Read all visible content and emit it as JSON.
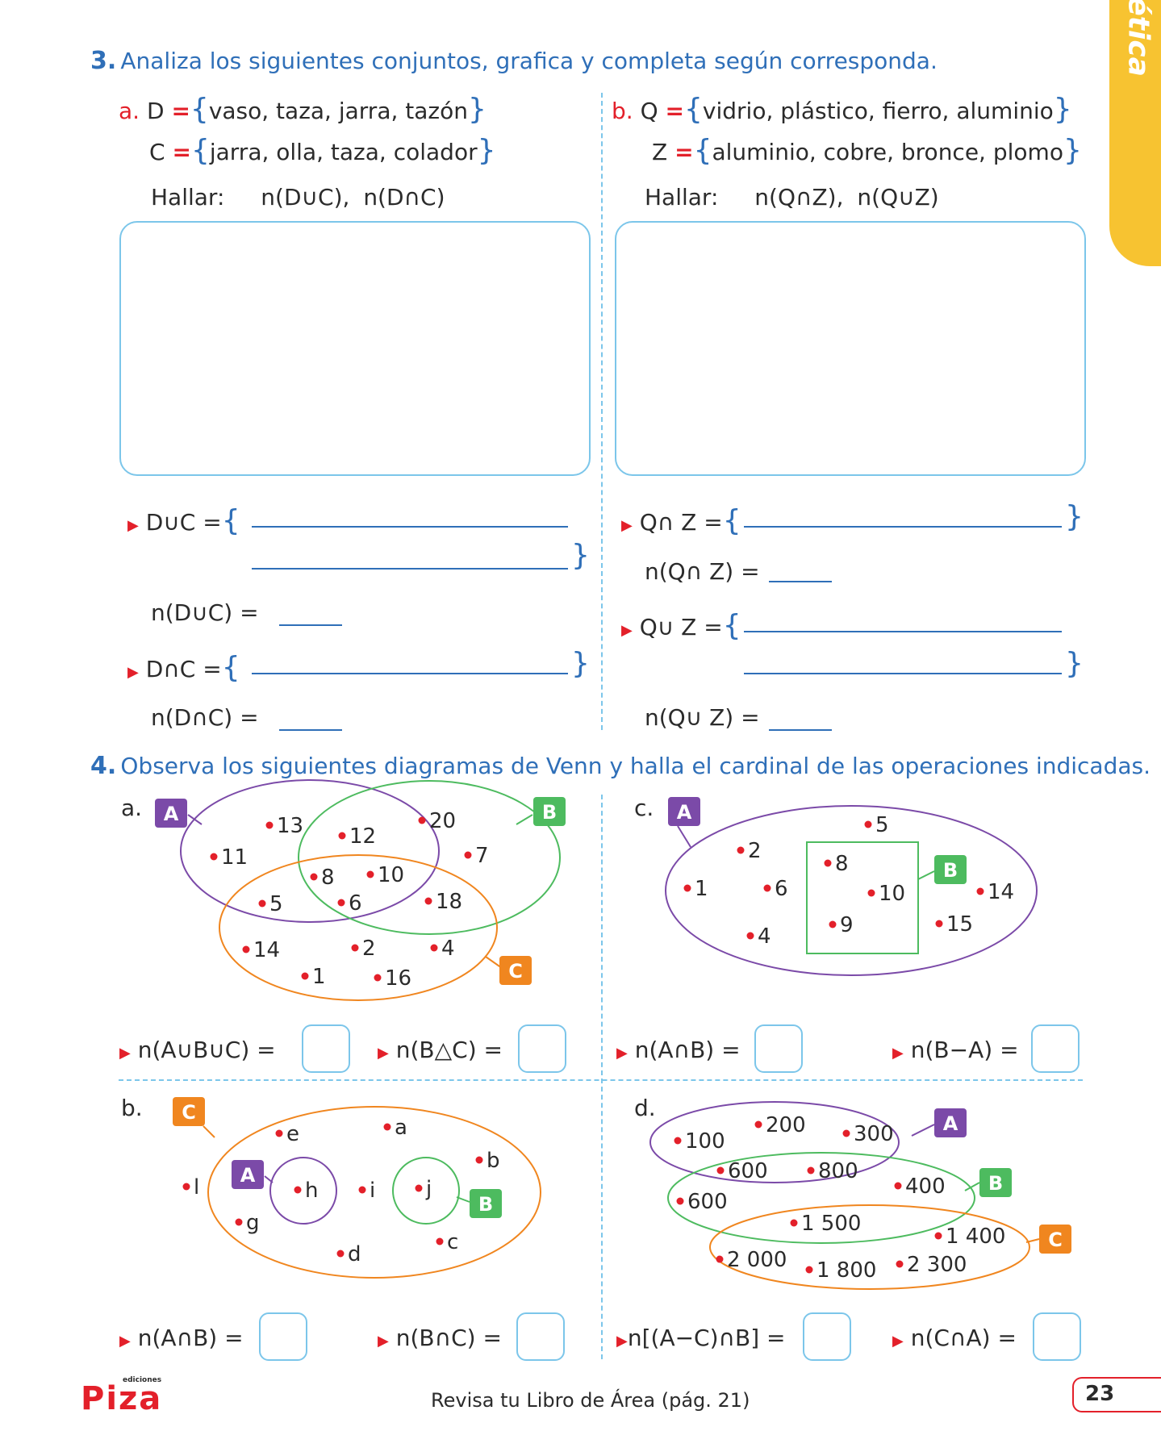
{
  "side_tab": {
    "label": "Aritmética"
  },
  "q3": {
    "number": "3.",
    "title": "Analiza los siguientes conjuntos, grafica y completa según corresponda.",
    "a": {
      "letter": "a.",
      "set1_name": "D",
      "set1_elems": "vaso, taza, jarra, tazón",
      "set2_name": "C",
      "set2_elems": "jarra, olla, taza, colador",
      "find": "Hallar:",
      "expr1": "n(D∪C),",
      "expr2": "n(D∩C)",
      "row1": "D∪C =",
      "row2": "n(D∪C) =",
      "row3": "D∩C =",
      "row4": "n(D∩C) ="
    },
    "b": {
      "letter": "b.",
      "set1_name": "Q",
      "set1_elems": "vidrio, plástico, fierro, aluminio",
      "set2_name": "Z",
      "set2_elems": "aluminio, cobre, bronce, plomo",
      "find": "Hallar:",
      "expr1": "n(Q∩Z),",
      "expr2": "n(Q∪Z)",
      "row1": "Q∩ Z =",
      "row2": "n(Q∩ Z) =",
      "row3": "Q∪ Z =",
      "row4": "n(Q∪ Z) ="
    }
  },
  "q4": {
    "number": "4.",
    "title": "Observa los siguientes diagramas de Venn y halla el cardinal de las operaciones indicadas.",
    "a": {
      "letter": "a.",
      "labels": [
        "A",
        "B",
        "C"
      ],
      "points": [
        "13",
        "12",
        "20",
        "11",
        "7",
        "8",
        "10",
        "5",
        "6",
        "18",
        "14",
        "2",
        "4",
        "1",
        "16"
      ],
      "ops": [
        "n(A∪B∪C) =",
        "n(B△C) ="
      ]
    },
    "b": {
      "letter": "b.",
      "labels": [
        "C",
        "A",
        "B"
      ],
      "points": [
        "e",
        "a",
        "b",
        "l",
        "h",
        "i",
        "j",
        "g",
        "d",
        "c"
      ],
      "ops": [
        "n(A∩B) =",
        "n(B∩C) ="
      ]
    },
    "c": {
      "letter": "c.",
      "labels": [
        "A",
        "B"
      ],
      "points": [
        "5",
        "2",
        "8",
        "1",
        "6",
        "10",
        "14",
        "9",
        "15",
        "4"
      ],
      "ops": [
        "n(A∩B) =",
        "n(B−A) ="
      ]
    },
    "d": {
      "letter": "d.",
      "labels": [
        "A",
        "B",
        "C"
      ],
      "points": [
        "200",
        "100",
        "300",
        "600",
        "800",
        "400",
        "600",
        "1 500",
        "1 400",
        "2 000",
        "1 800",
        "2 300"
      ],
      "ops": [
        "n[(A−C)∩B] =",
        "n(C∩A) ="
      ]
    }
  },
  "footer": {
    "logo_small": "ediciones",
    "logo": "Piza",
    "note": "Revisa tu Libro de Área (pág. 21)",
    "page": "23"
  },
  "colors": {
    "blue": "#2f6fb8",
    "red": "#e3202a",
    "purple": "#7b4aa8",
    "green": "#4dbb5f",
    "orange": "#f0861f",
    "yellow": "#f7c331"
  }
}
